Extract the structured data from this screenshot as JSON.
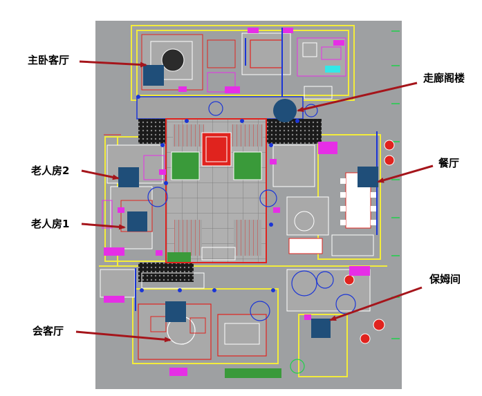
{
  "colors": {
    "plan_bg": "#9ea0a2",
    "wall": "#f3ec3b",
    "red": "#e0231e",
    "magenta": "#e62ee6",
    "blue": "#1b35d6",
    "green": "#1fd14a",
    "dark_green": "#3a9a3a",
    "cyan": "#33e8e8",
    "marker_fill": "#1f4e79",
    "arrow": "#a5151b",
    "hatch": "#111111",
    "white": "#ffffff"
  },
  "labels": {
    "master_living": "主卧客厅",
    "corridor_loft": "走廊阁楼",
    "elder_room_2": "老人房2",
    "dining": "餐厅",
    "elder_room_1": "老人房1",
    "nanny_room": "保姆间",
    "reception_hall": "会客厅"
  },
  "icons": {
    "room_marker": "square-marker-icon",
    "loft_marker": "circle-marker-icon",
    "pointer": "red-arrow-icon"
  }
}
